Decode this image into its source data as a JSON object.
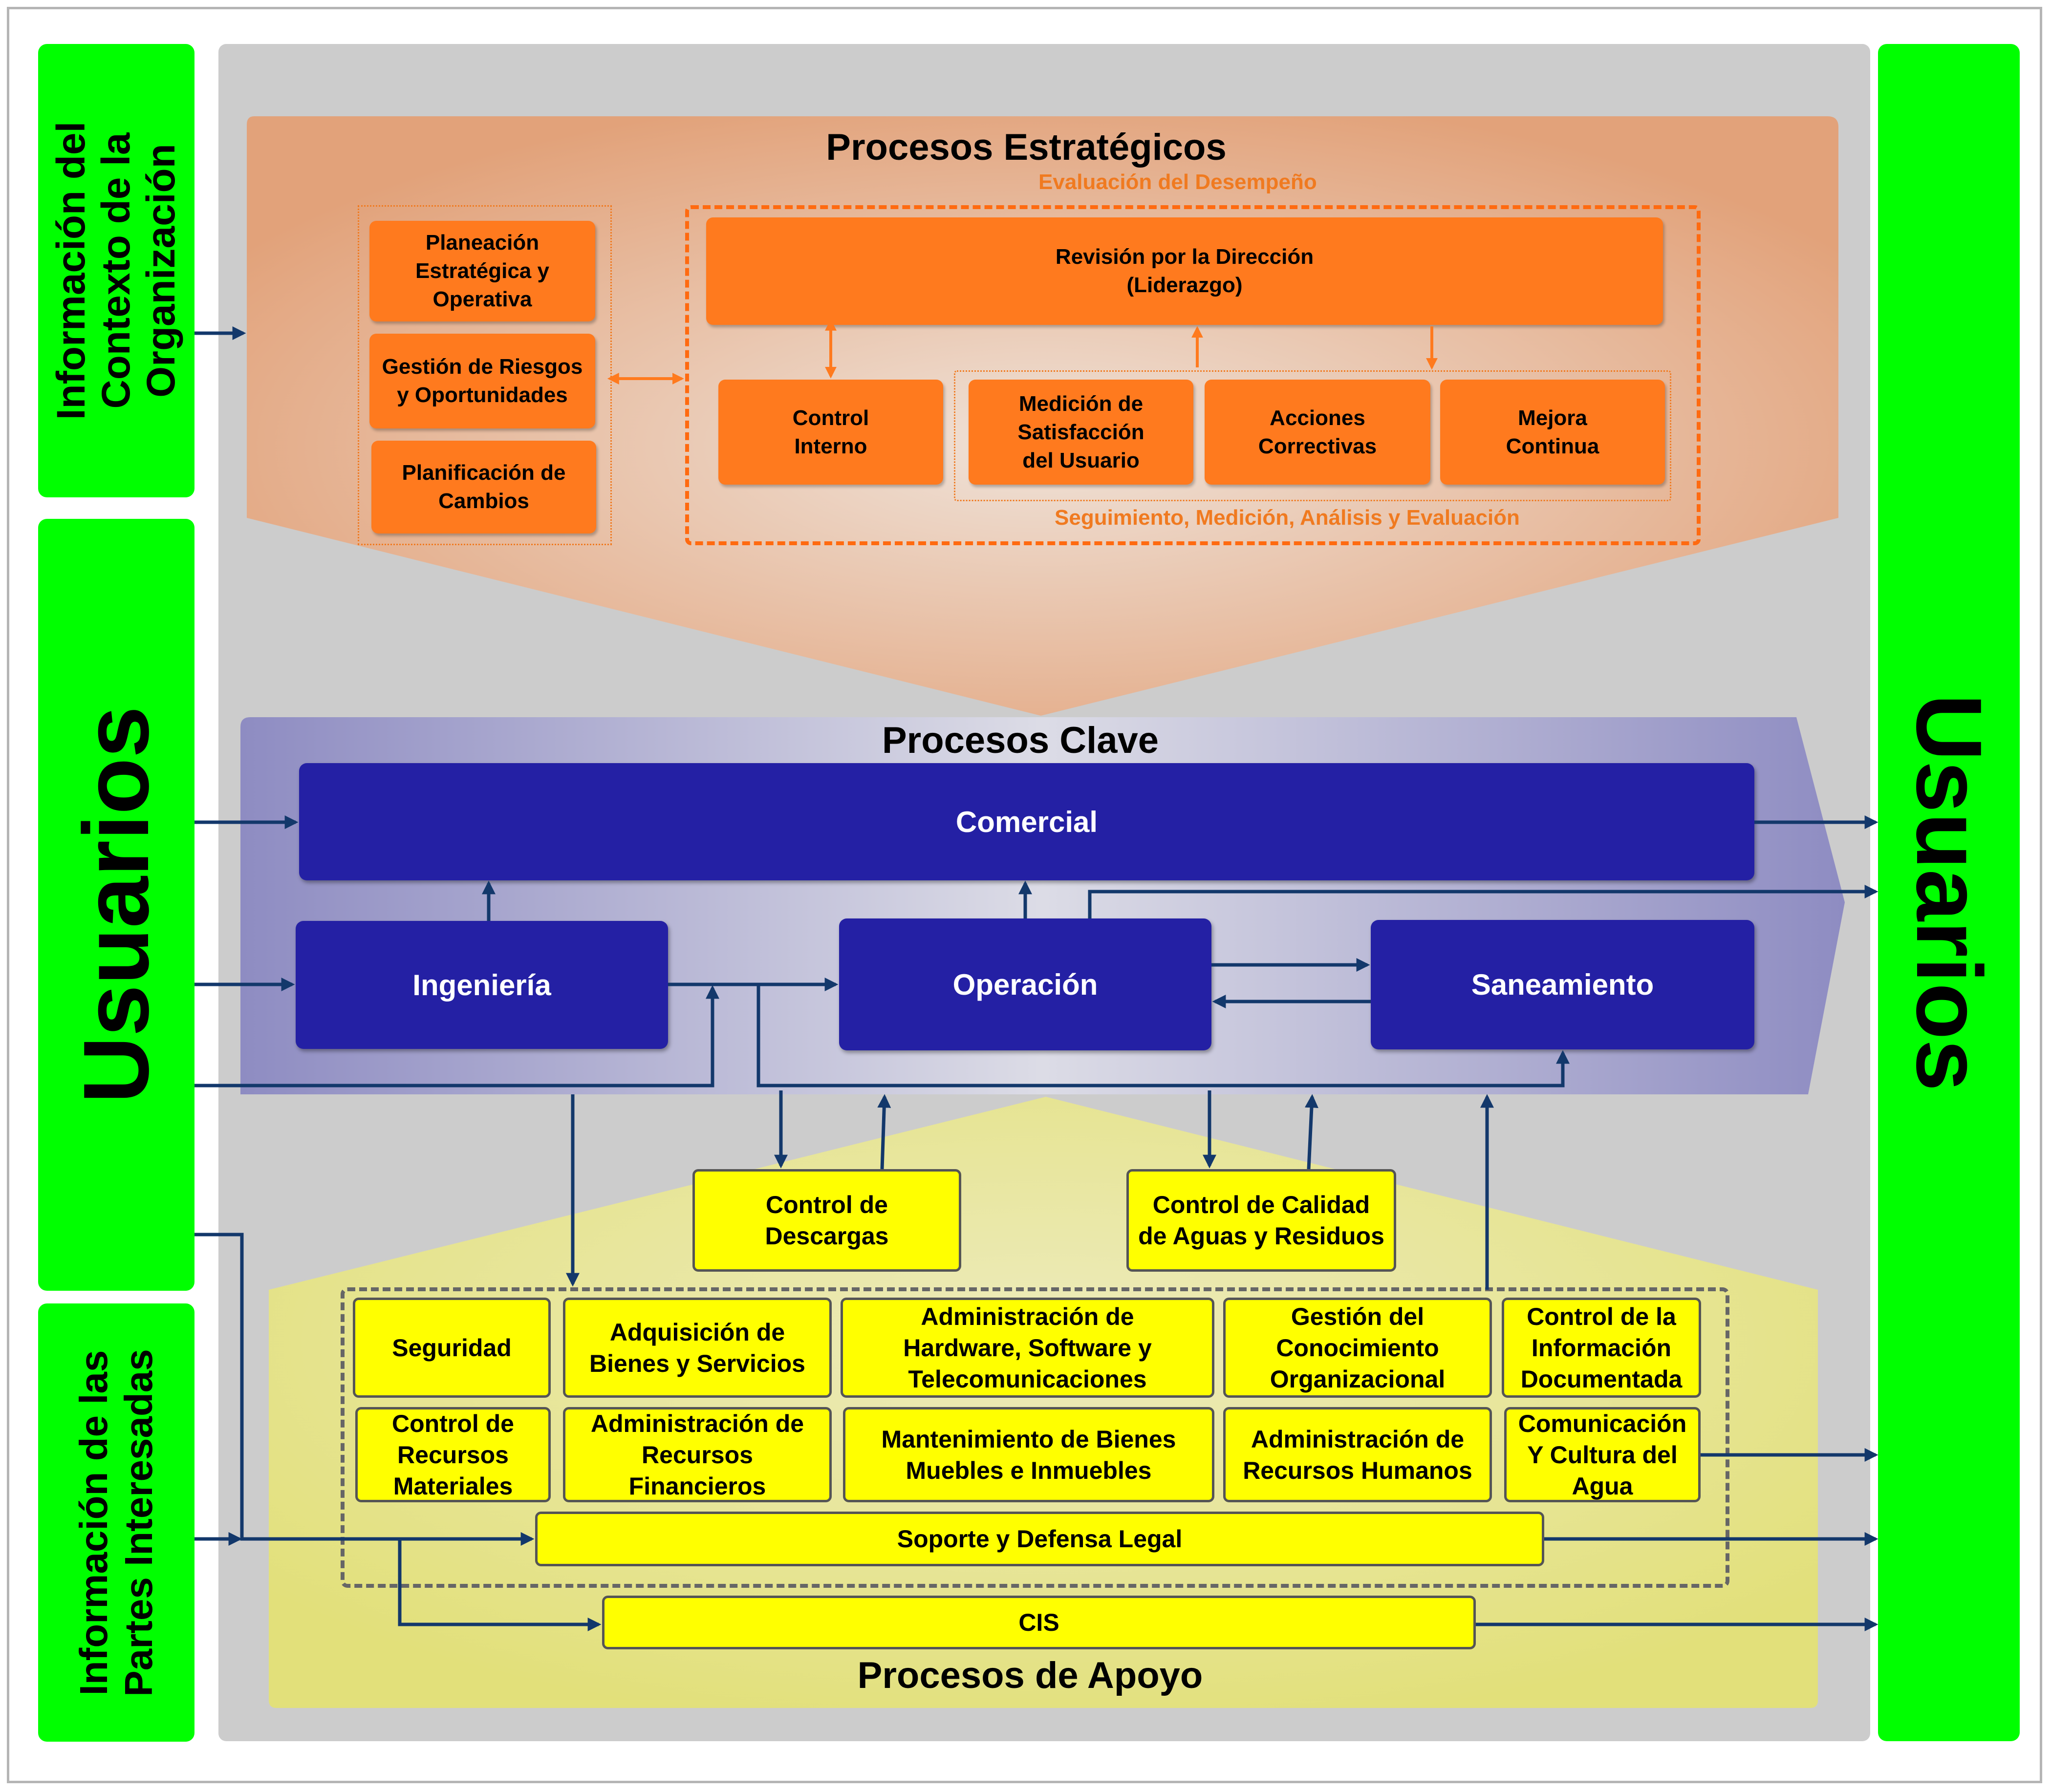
{
  "side": {
    "left_top": "Información del\nContexto de la\nOrganización",
    "left_middle": "Usuarios",
    "left_bottom": "Información de las\nPartes Interesadas",
    "right": "Usuarios"
  },
  "estrategicos": {
    "title": "Procesos Estratégicos",
    "evaluacion_label": "Evaluación del Desempeño",
    "seguimiento_label": "Seguimiento, Medición, Análisis y Evaluación",
    "planeacion": "Planeación\nEstratégica y\nOperativa",
    "riesgos": "Gestión de Riesgos\ny Oportunidades",
    "cambios": "Planificación de\nCambios",
    "revision": "Revisión por la Dirección\n(Liderazgo)",
    "control_interno": "Control\nInterno",
    "medicion": "Medición de\nSatisfacción\ndel Usuario",
    "acciones": "Acciones\nCorrectivas",
    "mejora": "Mejora\nContinua"
  },
  "clave": {
    "title": "Procesos Clave",
    "comercial": "Comercial",
    "ingenieria": "Ingeniería",
    "operacion": "Operación",
    "saneamiento": "Saneamiento"
  },
  "apoyo": {
    "title": "Procesos de Apoyo",
    "descargas": "Control de\nDescargas",
    "calidad": "Control de Calidad\nde Aguas y Residuos",
    "seguridad": "Seguridad",
    "adquisicion": "Adquisición de\nBienes y Servicios",
    "hardware": "Administración de\nHardware, Software y\nTelecomunicaciones",
    "conocimiento": "Gestión del\nConocimiento\nOrganizacional",
    "informacion": "Control de la\nInformación\nDocumentada",
    "materiales": "Control de\nRecursos\nMateriales",
    "financieros": "Administración de\nRecursos\nFinancieros",
    "mantenimiento": "Mantenimiento de Bienes\nMuebles e Inmuebles",
    "humanos": "Administración de\nRecursos Humanos",
    "comunicacion": "Comunicación\nY Cultura del\nAgua",
    "legal": "Soporte y Defensa Legal",
    "cis": "CIS"
  },
  "colors": {
    "green": "#00ff00",
    "orange": "#ff7a1e",
    "blue": "#2420a4",
    "yellow": "#ffff00",
    "arrow": "#13386b"
  }
}
